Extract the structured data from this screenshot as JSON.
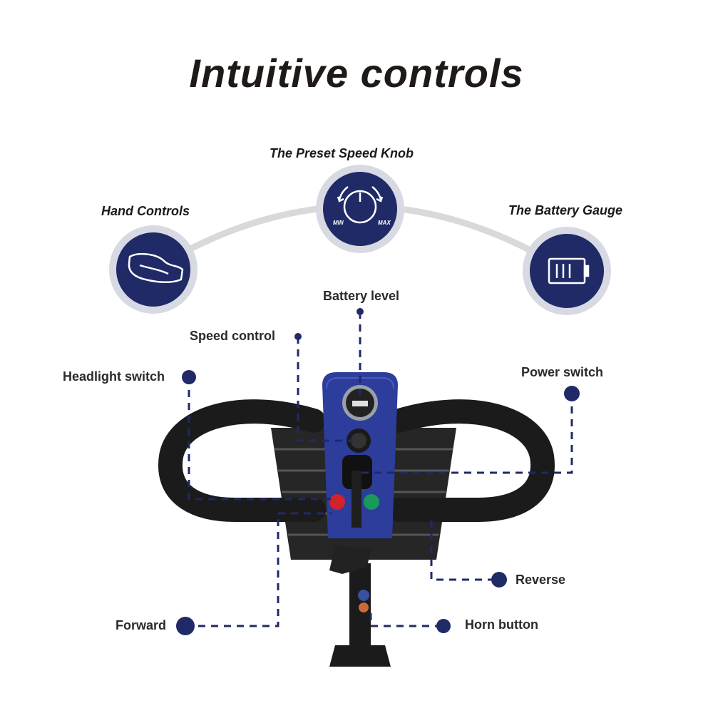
{
  "title": "Intuitive controls",
  "features": {
    "hand_controls": {
      "label": "Hand Controls",
      "icon": "hand-grip-icon"
    },
    "speed_knob": {
      "label": "The Preset Speed Knob",
      "icon": "speed-dial-icon",
      "min_label": "MIN",
      "max_label": "MAX"
    },
    "battery_gauge": {
      "label": "The Battery Gauge",
      "icon": "battery-icon"
    }
  },
  "callouts": {
    "battery_level": "Battery level",
    "speed_control": "Speed control",
    "headlight_switch": "Headlight switch",
    "power_switch": "Power switch",
    "reverse": "Reverse",
    "forward": "Forward",
    "horn_button": "Horn button"
  },
  "colors": {
    "navy": "#1f2a66",
    "ring": "#d7d9e3",
    "arc": "#d9d9d9",
    "scooter_blue": "#2d3d9c",
    "dark": "#1b1b1b"
  }
}
